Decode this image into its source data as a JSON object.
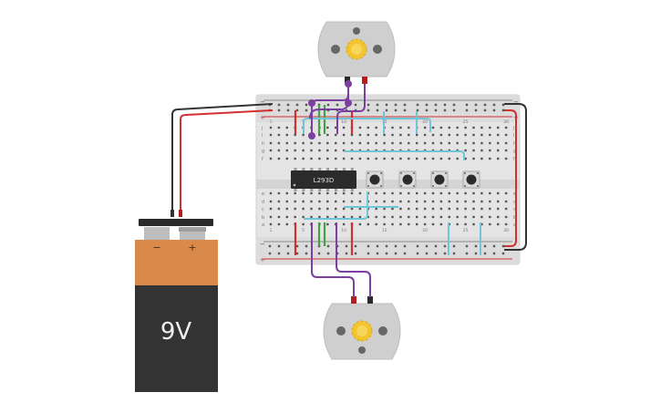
{
  "battery": {
    "label": "9V",
    "minus": "−",
    "plus": "+",
    "colors": {
      "top": "#d9894a",
      "body": "#333333",
      "cap": "#2a2a2a",
      "terminal": "#bdbdbd"
    }
  },
  "ic": {
    "label": "L293D",
    "color": "#2b2b2b"
  },
  "breadboard": {
    "rail_minus": "−",
    "rail_plus": "+",
    "row_letters_top": [
      "j",
      "i",
      "h",
      "g",
      "f"
    ],
    "row_letters_bottom": [
      "e",
      "d",
      "c",
      "b",
      "a"
    ],
    "column_numbers": [
      "1",
      "",
      "",
      "",
      "5",
      "",
      "",
      "",
      "",
      "10",
      "",
      "",
      "",
      "",
      "15",
      "",
      "",
      "",
      "",
      "20",
      "",
      "",
      "",
      "",
      "25",
      "",
      "",
      "",
      "",
      "30"
    ],
    "colors": {
      "body": "#e6e6e6",
      "hole": "#555555",
      "rail_red": "#d32f2f",
      "rail_blue": "#8a8a8a"
    }
  },
  "buttons": {
    "count": 4
  },
  "motors": {
    "top": {
      "name": "top-motor"
    },
    "bottom": {
      "name": "bottom-motor"
    },
    "colors": {
      "body": "#cfcfcf",
      "gear": "#f2c430",
      "screw": "#666666"
    }
  },
  "wire_colors": {
    "red": "#d32f2f",
    "black": "#333333",
    "purple": "#7b3fa0",
    "green": "#43a047",
    "cyan": "#6fc6d8"
  }
}
